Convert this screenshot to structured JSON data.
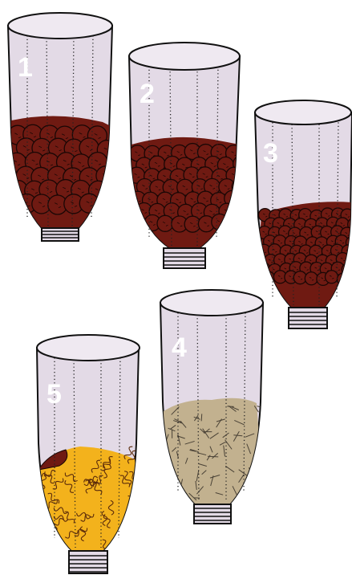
{
  "bottles": [
    {
      "number": "1",
      "fill": "soil-balls-large"
    },
    {
      "number": "2",
      "fill": "soil-balls-medium"
    },
    {
      "number": "3",
      "fill": "soil-balls-small"
    },
    {
      "number": "4",
      "fill": "straw-chaff"
    },
    {
      "number": "5",
      "fill": "worm-bedding-over-soil"
    }
  ],
  "colors": {
    "bottle": "#e3dae6",
    "soil": "#6f1a12",
    "soil_dark": "#3a0b07",
    "straw": "#c2b18f",
    "bedding": "#f3b21c",
    "number": "#ffffff"
  }
}
